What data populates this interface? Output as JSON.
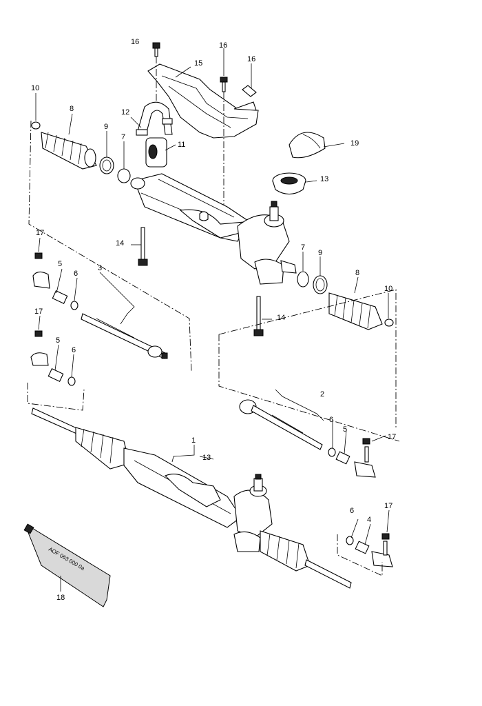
{
  "callouts": {
    "c1": "1",
    "c2": "2",
    "c3": "3",
    "c4": "4",
    "c5a": "5",
    "c5b": "5",
    "c6a": "6",
    "c6b": "6",
    "c6c": "6",
    "c6d": "6",
    "c7a": "7",
    "c7b": "7",
    "c8a": "8",
    "c8b": "8",
    "c9a": "9",
    "c9b": "9",
    "c10a": "10",
    "c10b": "10",
    "c11": "11",
    "c12": "12",
    "c13a": "13",
    "c13b": "13",
    "c14a": "14",
    "c14b": "14",
    "c15": "15",
    "c16a": "16",
    "c16b": "16",
    "c16c": "16",
    "c17a": "17",
    "c17b": "17",
    "c17c": "17",
    "c17d": "17",
    "c18": "18",
    "c19": "19"
  },
  "tube_text": "AOF 063 000 0a"
}
